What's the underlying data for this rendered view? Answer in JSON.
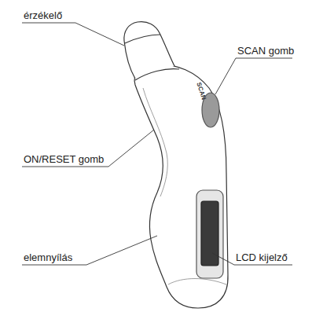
{
  "diagram": {
    "labels": [
      "érzékelő",
      "SCAN gomb",
      "SCAN",
      "ON/RESET gomb",
      "elemnyílás",
      "LCD kijelző"
    ]
  }
}
